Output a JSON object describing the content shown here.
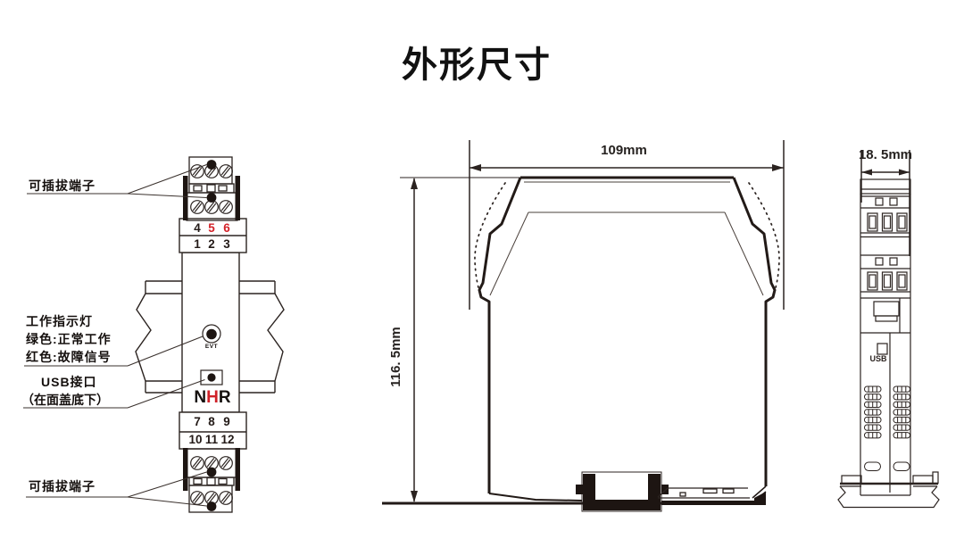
{
  "title": "外形尺寸",
  "colors": {
    "line": "#2b2320",
    "accent_red": "#d42229",
    "logo_red": "#cf2128"
  },
  "front_view": {
    "label_top_terminal": "可插拔端子",
    "label_indicator": [
      "工作指示灯",
      "绿色:正常工作",
      "红色:故障信号"
    ],
    "label_usb": [
      "USB接口",
      "（在面盖底下）"
    ],
    "label_bottom_terminal": "可插拔端子",
    "led_label": "EVT",
    "logo_letters": [
      "N",
      "H",
      "R"
    ],
    "terminal_rows": {
      "row_456": [
        "4",
        "5",
        "6"
      ],
      "row_123": [
        "1",
        "2",
        "3"
      ],
      "row_789": [
        "7",
        "8",
        "9"
      ],
      "row_101112": [
        "10",
        "11",
        "12"
      ]
    }
  },
  "side_view": {
    "width_dim": "109mm",
    "height_dim": "116. 5mm"
  },
  "end_view": {
    "width_dim": "18. 5mm",
    "usb_label": "USB"
  }
}
